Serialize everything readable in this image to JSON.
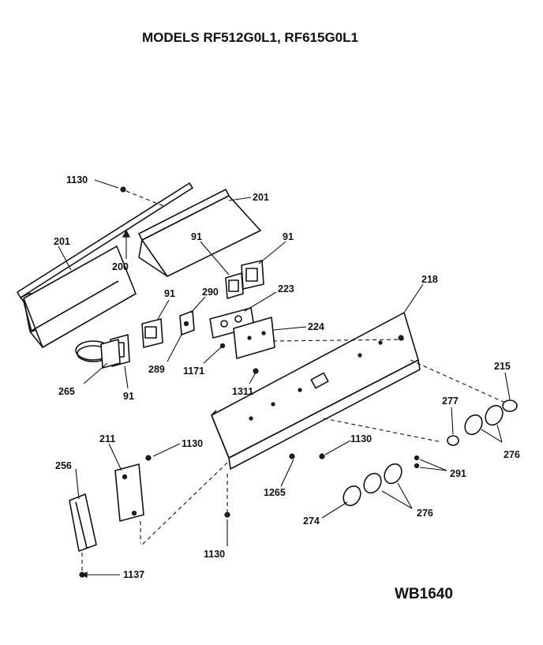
{
  "title": "MODELS RF512G0L1, RF615G0L1",
  "drawing_code": "WB1640",
  "callouts": {
    "c1130_top": "1130",
    "c201_right": "201",
    "c201_left": "201",
    "c200": "200",
    "c91_a": "91",
    "c91_b": "91",
    "c91_c": "91",
    "c91_d": "91",
    "c290": "290",
    "c223": "223",
    "c218": "218",
    "c224": "224",
    "c289": "289",
    "c1171": "1171",
    "c265": "265",
    "c1311": "1311",
    "c215": "215",
    "c277": "277",
    "c276_a": "276",
    "c211": "211",
    "c1130_mid_left": "1130",
    "c1130_mid_right": "1130",
    "c256": "256",
    "c291": "291",
    "c1265": "1265",
    "c276_b": "276",
    "c274": "274",
    "c1130_bottom": "1130",
    "c1137": "1137"
  }
}
